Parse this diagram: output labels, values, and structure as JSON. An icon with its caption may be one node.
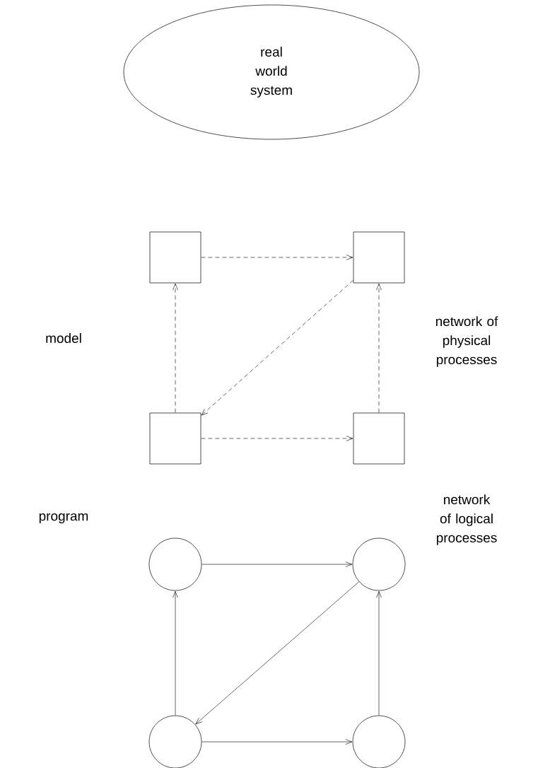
{
  "diagram": {
    "nodes": [
      {
        "text": [
          "real world system"
        ]
      },
      {
        "text": [],
        "shape": "box"
      },
      {
        "text": [],
        "shape": "box"
      },
      {
        "text": [],
        "shape": "box"
      },
      {
        "text": [],
        "shape": "box"
      },
      {
        "text": [],
        "shape": "circle"
      },
      {
        "text": [],
        "shape": "circle"
      },
      {
        "text": [],
        "shape": "circle"
      },
      {
        "text": [],
        "shape": "circle"
      }
    ],
    "edges": [
      {
        "from": 1,
        "to": 2,
        "arrow": "to",
        "style": "dashed"
      },
      {
        "from": 3,
        "to": 1,
        "arrow": "to",
        "style": "dashed"
      },
      {
        "from": 2,
        "to": 3,
        "arrow": "to",
        "style": "dashed"
      },
      {
        "from": 4,
        "to": 2,
        "arrow": "to",
        "style": "dashed"
      },
      {
        "from": 3,
        "to": 4,
        "arrow": "to",
        "style": "dashed"
      },
      {
        "from": 5,
        "to": 6,
        "arrow": "to"
      },
      {
        "from": 7,
        "to": 5,
        "arrow": "to"
      },
      {
        "from": 6,
        "to": 7,
        "arrow": "to"
      },
      {
        "from": 8,
        "to": 6,
        "arrow": "to"
      },
      {
        "from": 7,
        "to": 8,
        "arrow": "to"
      }
    ],
    "labels": [
      "model",
      "network of physical processes",
      "program",
      "network of logical processes"
    ]
  }
}
